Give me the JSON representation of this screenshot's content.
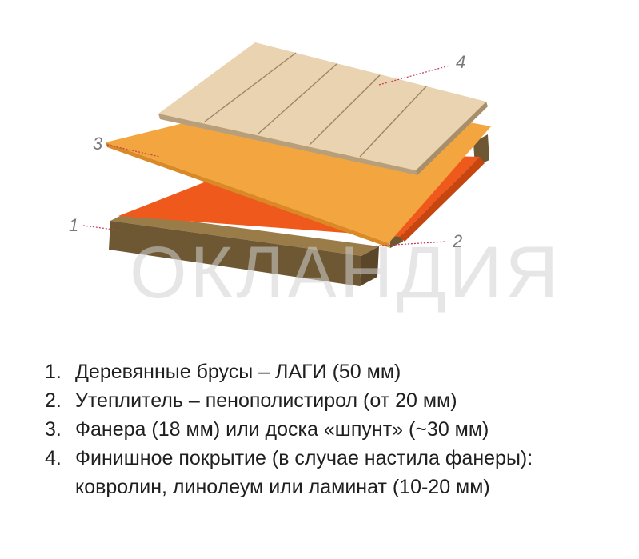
{
  "watermark": "ОКЛАНДИЯ",
  "callouts": [
    {
      "label": "1"
    },
    {
      "label": "2"
    },
    {
      "label": "3"
    },
    {
      "label": "4"
    }
  ],
  "legend": [
    {
      "number": "1.",
      "text": "Деревянные брусы – ЛАГИ (50 мм)"
    },
    {
      "number": "2.",
      "text": "Утеплитель – пенополистирол (от 20 мм)"
    },
    {
      "number": "3.",
      "text": "Фанера (18 мм) или доска «шпунт» (~30 мм)"
    },
    {
      "number": "4.",
      "text": "Финишное покрытие (в случае настила фанеры): ковролин, линолеум или ламинат (10-20 мм)"
    }
  ],
  "colors": {
    "joist_front": "#6e5733",
    "joist_top": "#9a7c49",
    "insulation": "#ef5a1c",
    "plywood": "#f3a63f",
    "finish_board": "#e9d3b0",
    "callout_line": "#c43a57"
  }
}
